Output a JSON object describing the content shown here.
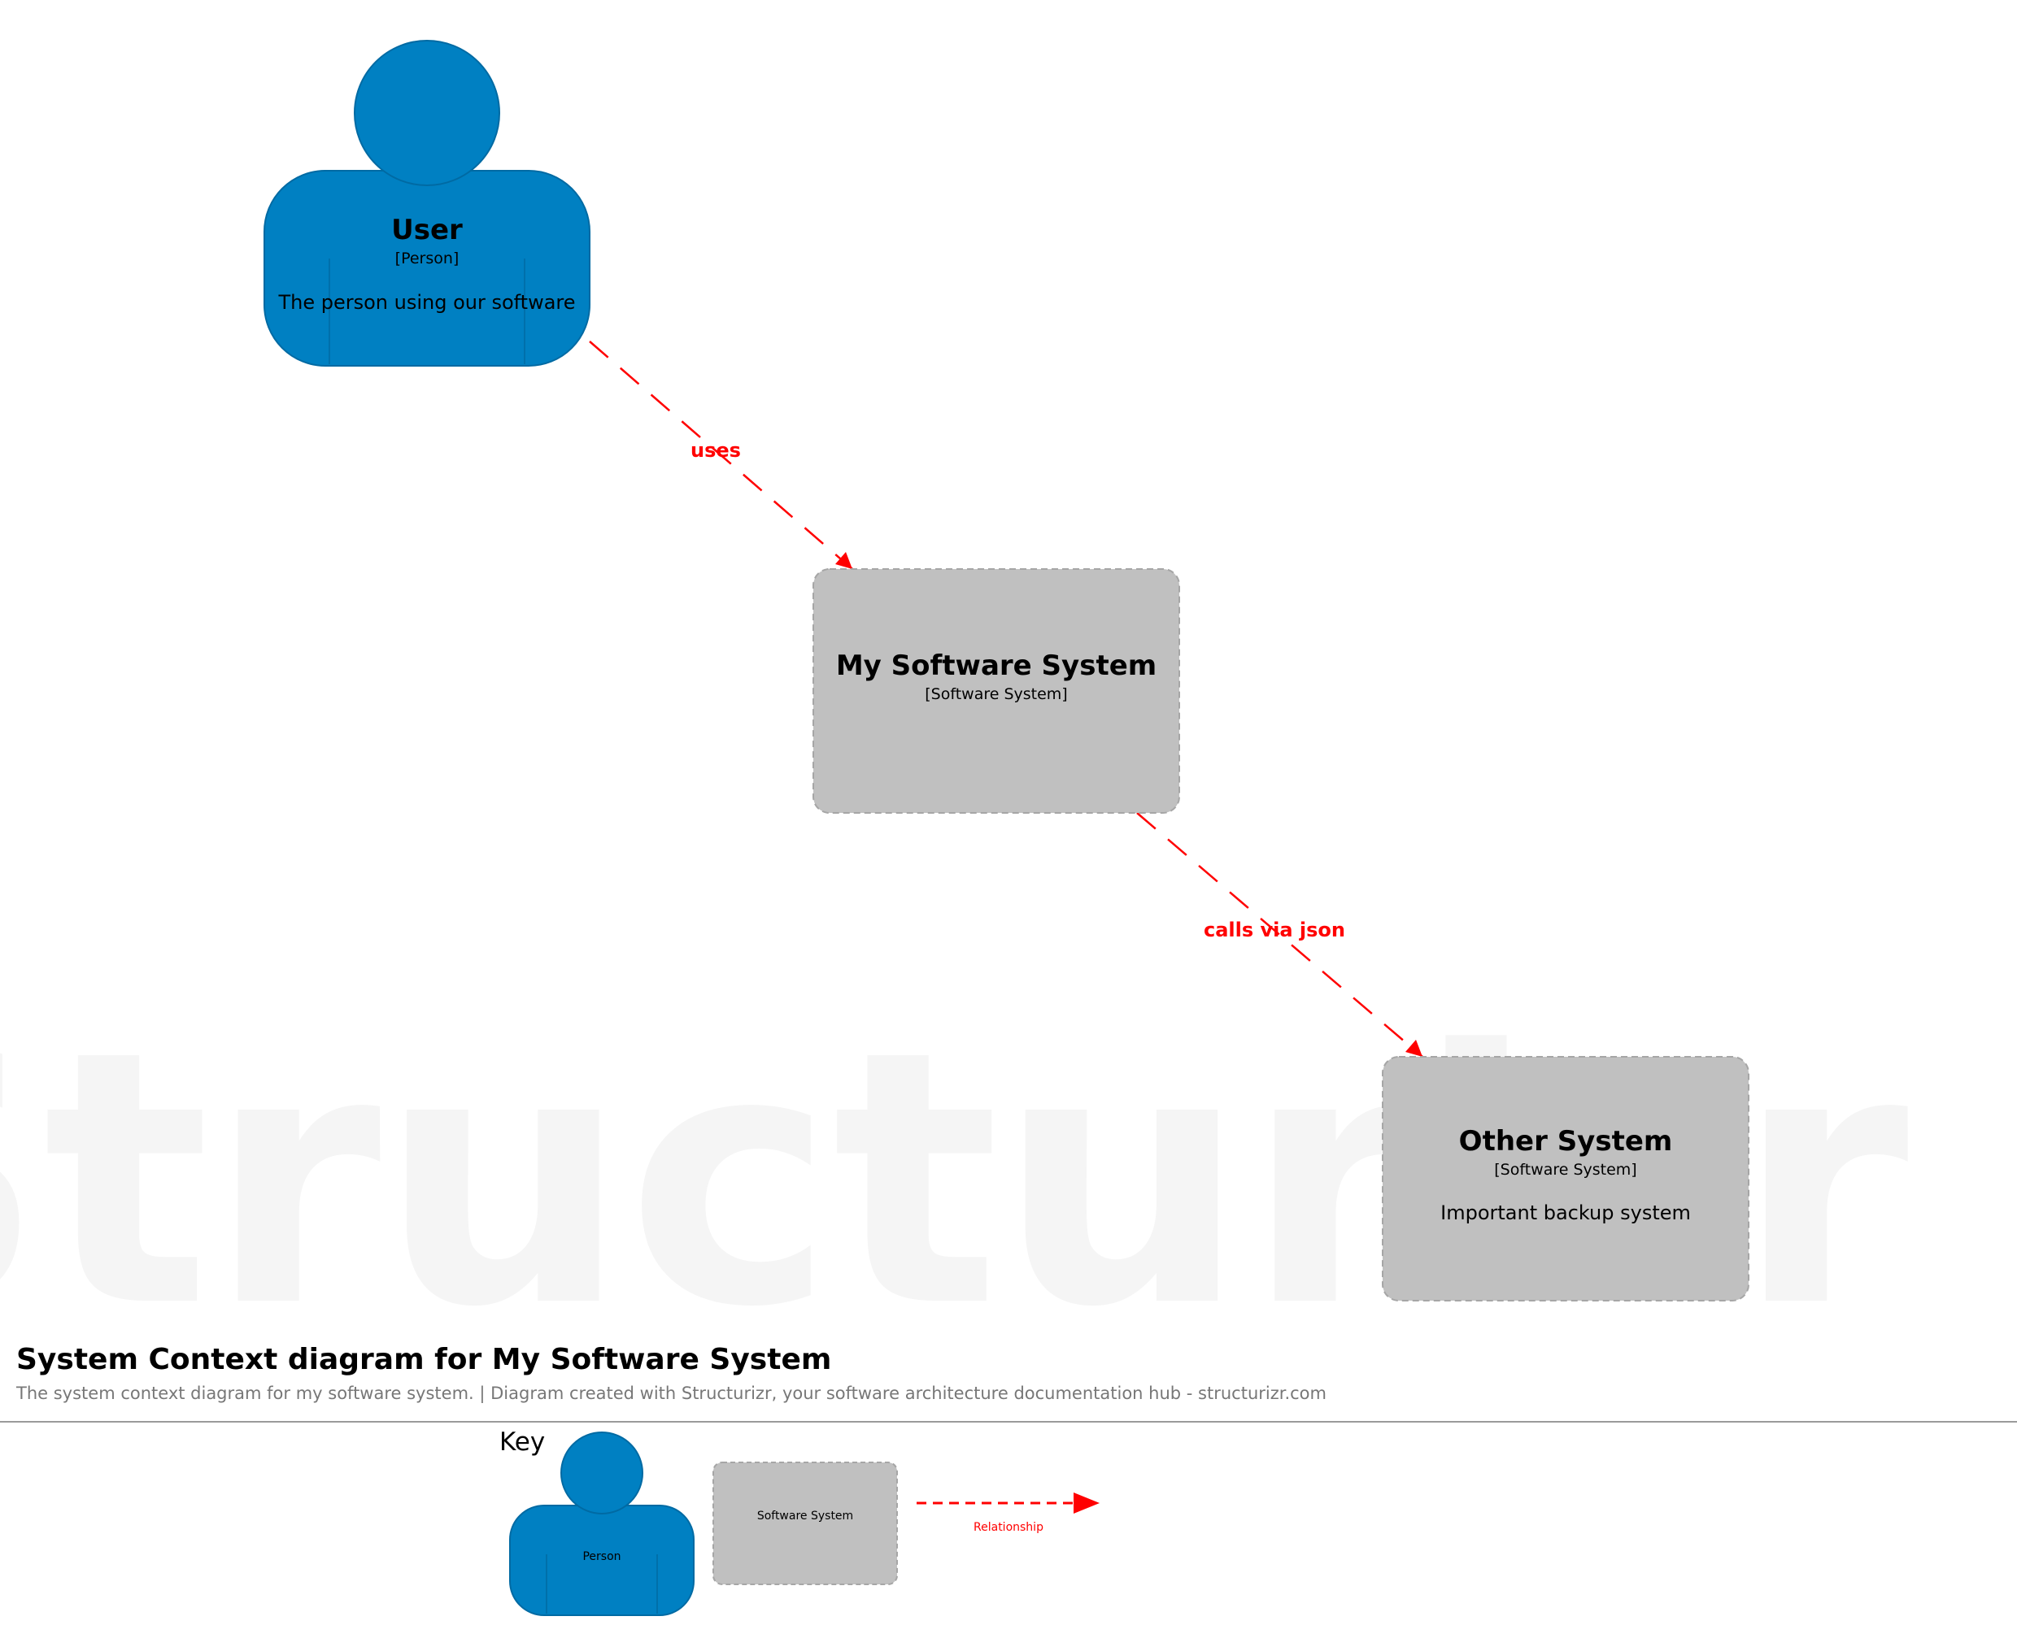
{
  "watermark": "Structurizr",
  "elements": {
    "user": {
      "name": "User",
      "type": "[Person]",
      "description": "The person using our software",
      "color": "#0080c2"
    },
    "my_software_system": {
      "name": "My Software System",
      "type": "[Software System]",
      "description": "",
      "color": "#c0c0c0"
    },
    "other_system": {
      "name": "Other System",
      "type": "[Software System]",
      "description": "Important backup system",
      "color": "#c0c0c0"
    }
  },
  "relationships": [
    {
      "from": "User",
      "to": "My Software System",
      "label": "uses"
    },
    {
      "from": "My Software System",
      "to": "Other System",
      "label": "calls via json"
    }
  ],
  "relationship_color": "#ff0000",
  "footer": {
    "title": "System Context diagram for My Software System",
    "subtitle": "The system context diagram for my software system. | Diagram created with Structurizr, your software architecture documentation hub - structurizr.com"
  },
  "key": {
    "title": "Key",
    "person_label": "Person",
    "system_label": "Software System",
    "relationship_label": "Relationship"
  }
}
